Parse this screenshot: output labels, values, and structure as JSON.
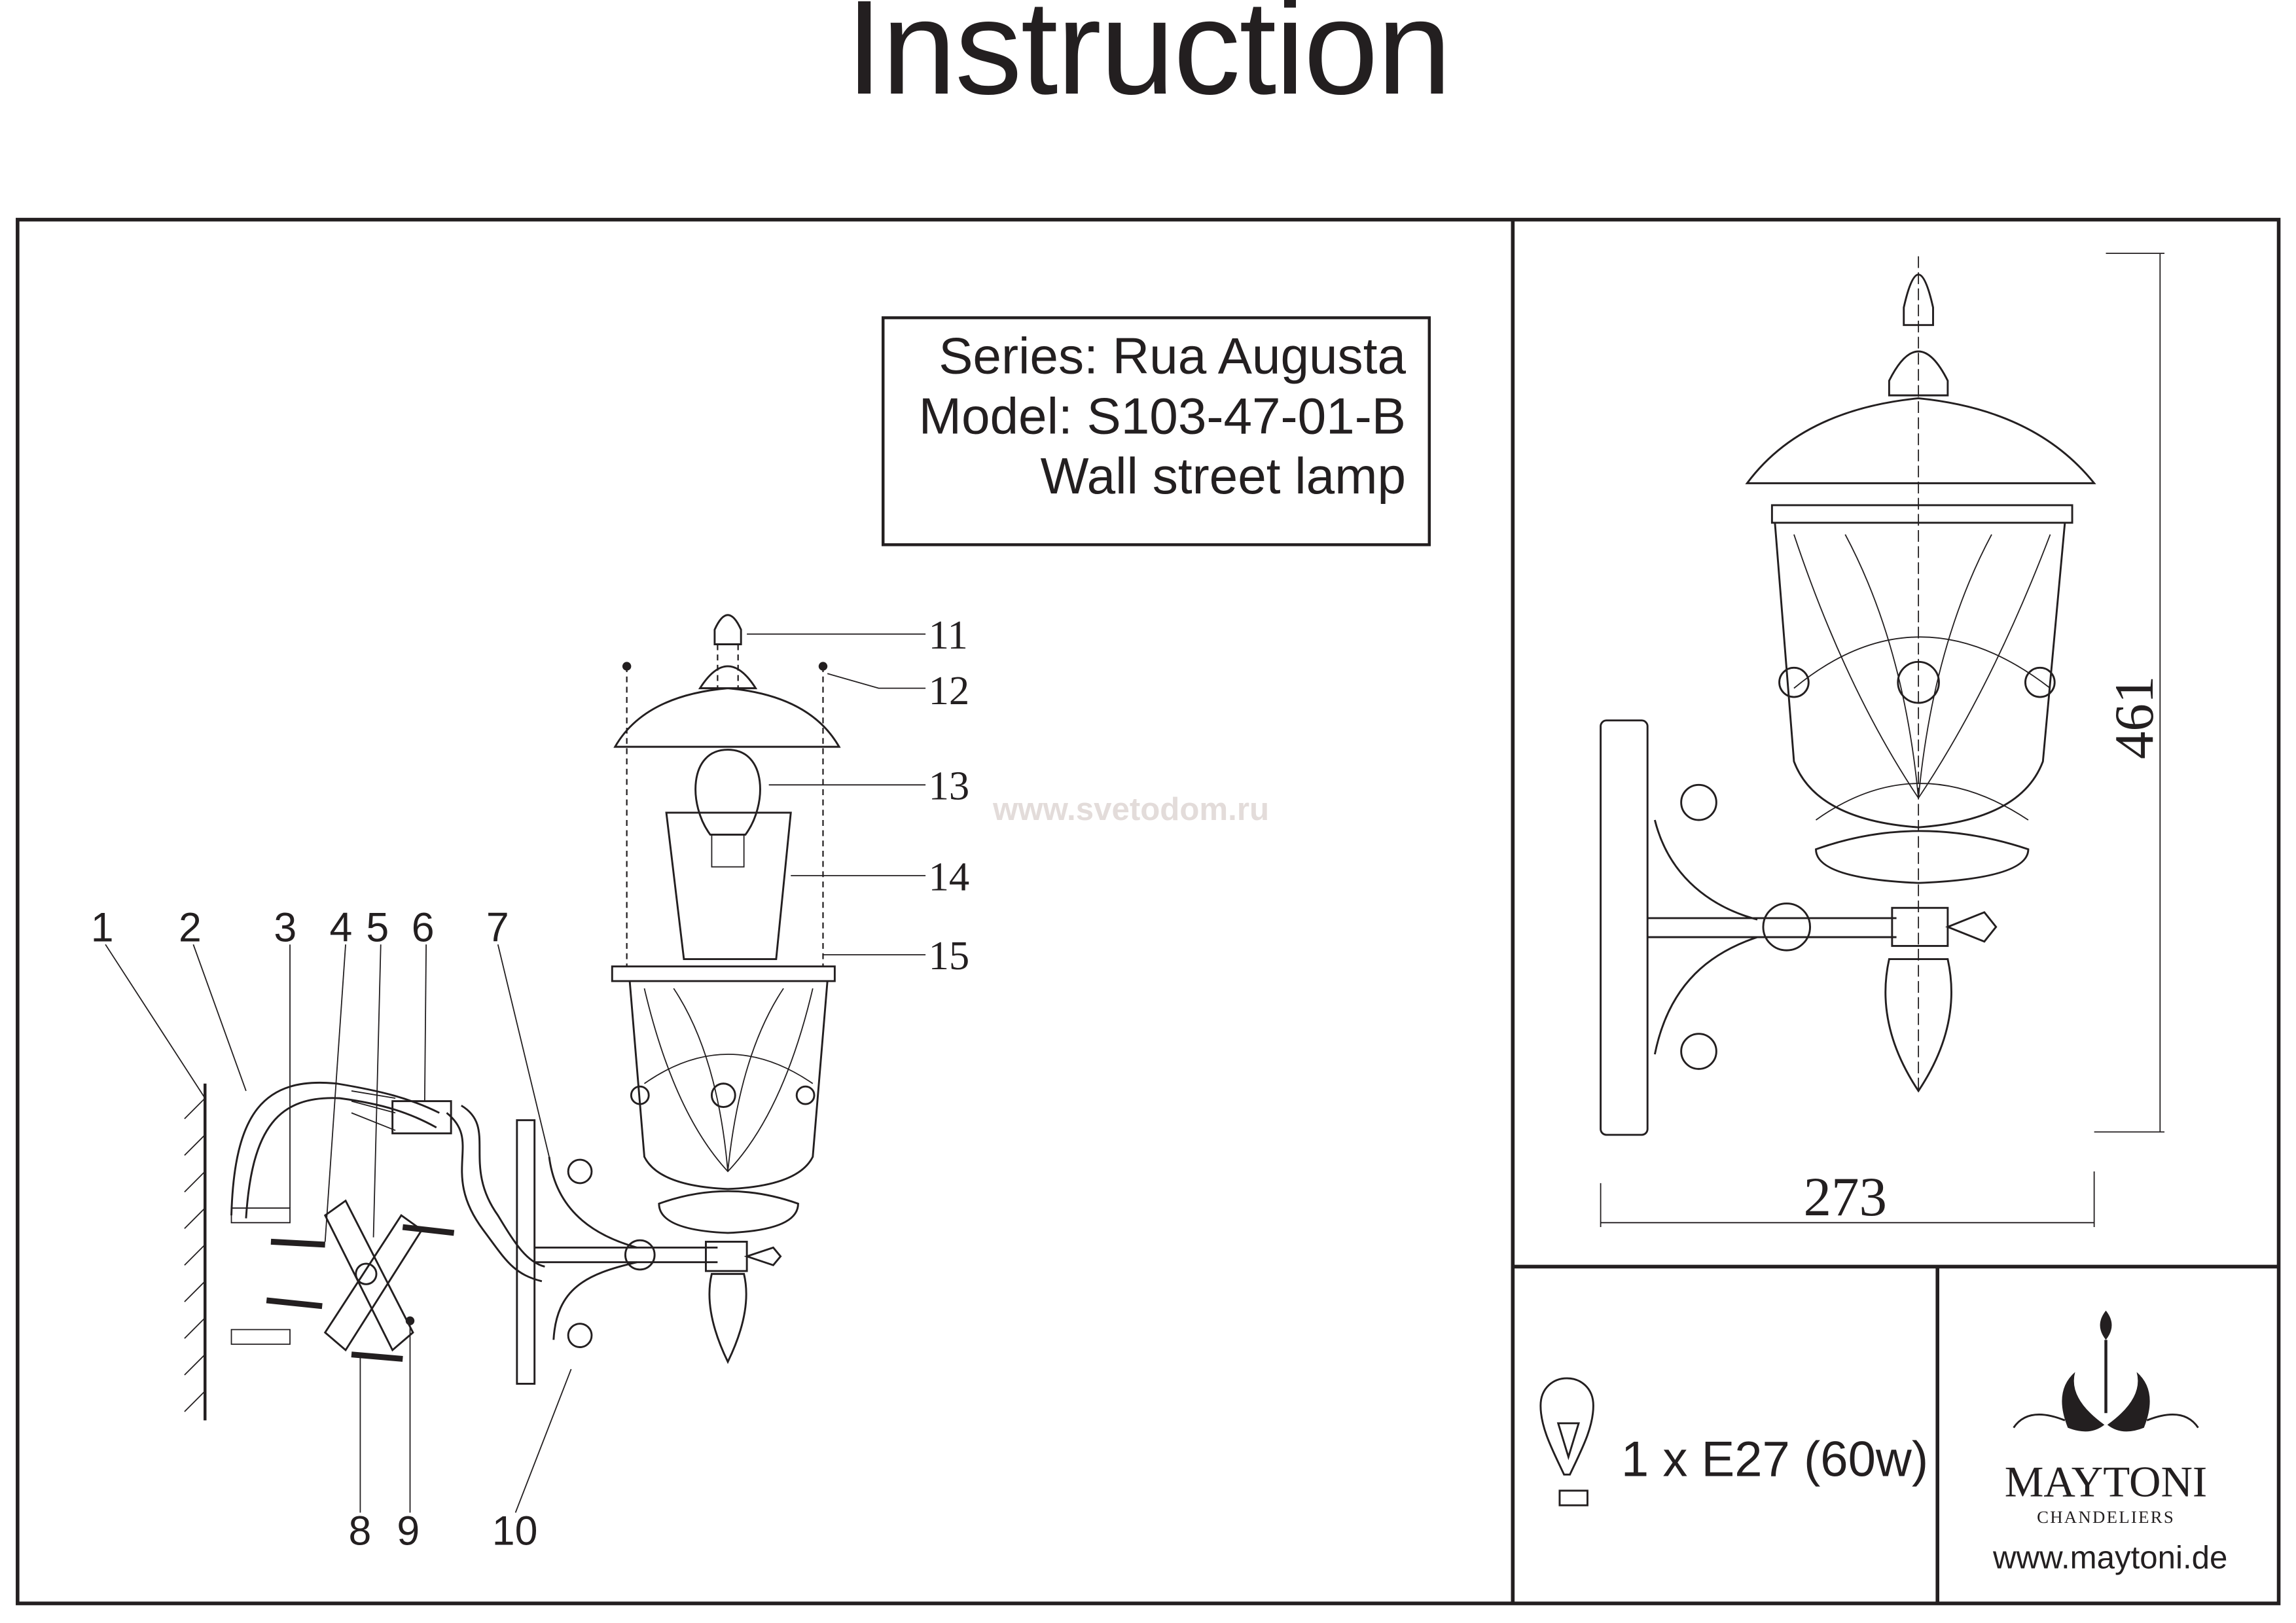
{
  "title": "Instruction",
  "info": {
    "series": "Series: Rua Augusta",
    "model": "Model: S103-47-01-B",
    "type": "Wall street lamp"
  },
  "watermark": "www.svetodom.ru",
  "parts": {
    "p1": "1",
    "p2": "2",
    "p3": "3",
    "p4": "4",
    "p5": "5",
    "p6": "6",
    "p7": "7",
    "p8": "8",
    "p9": "9",
    "p10": "10",
    "p11": "11",
    "p12": "12",
    "p13": "13",
    "p14": "14",
    "p15": "15"
  },
  "dimensions": {
    "height": "461",
    "width": "273"
  },
  "bulb_spec": "1 x E27 (60w)",
  "brand": {
    "name": "MAYTONI",
    "tagline": "CHANDELIERS",
    "url": "www.maytoni.de"
  }
}
